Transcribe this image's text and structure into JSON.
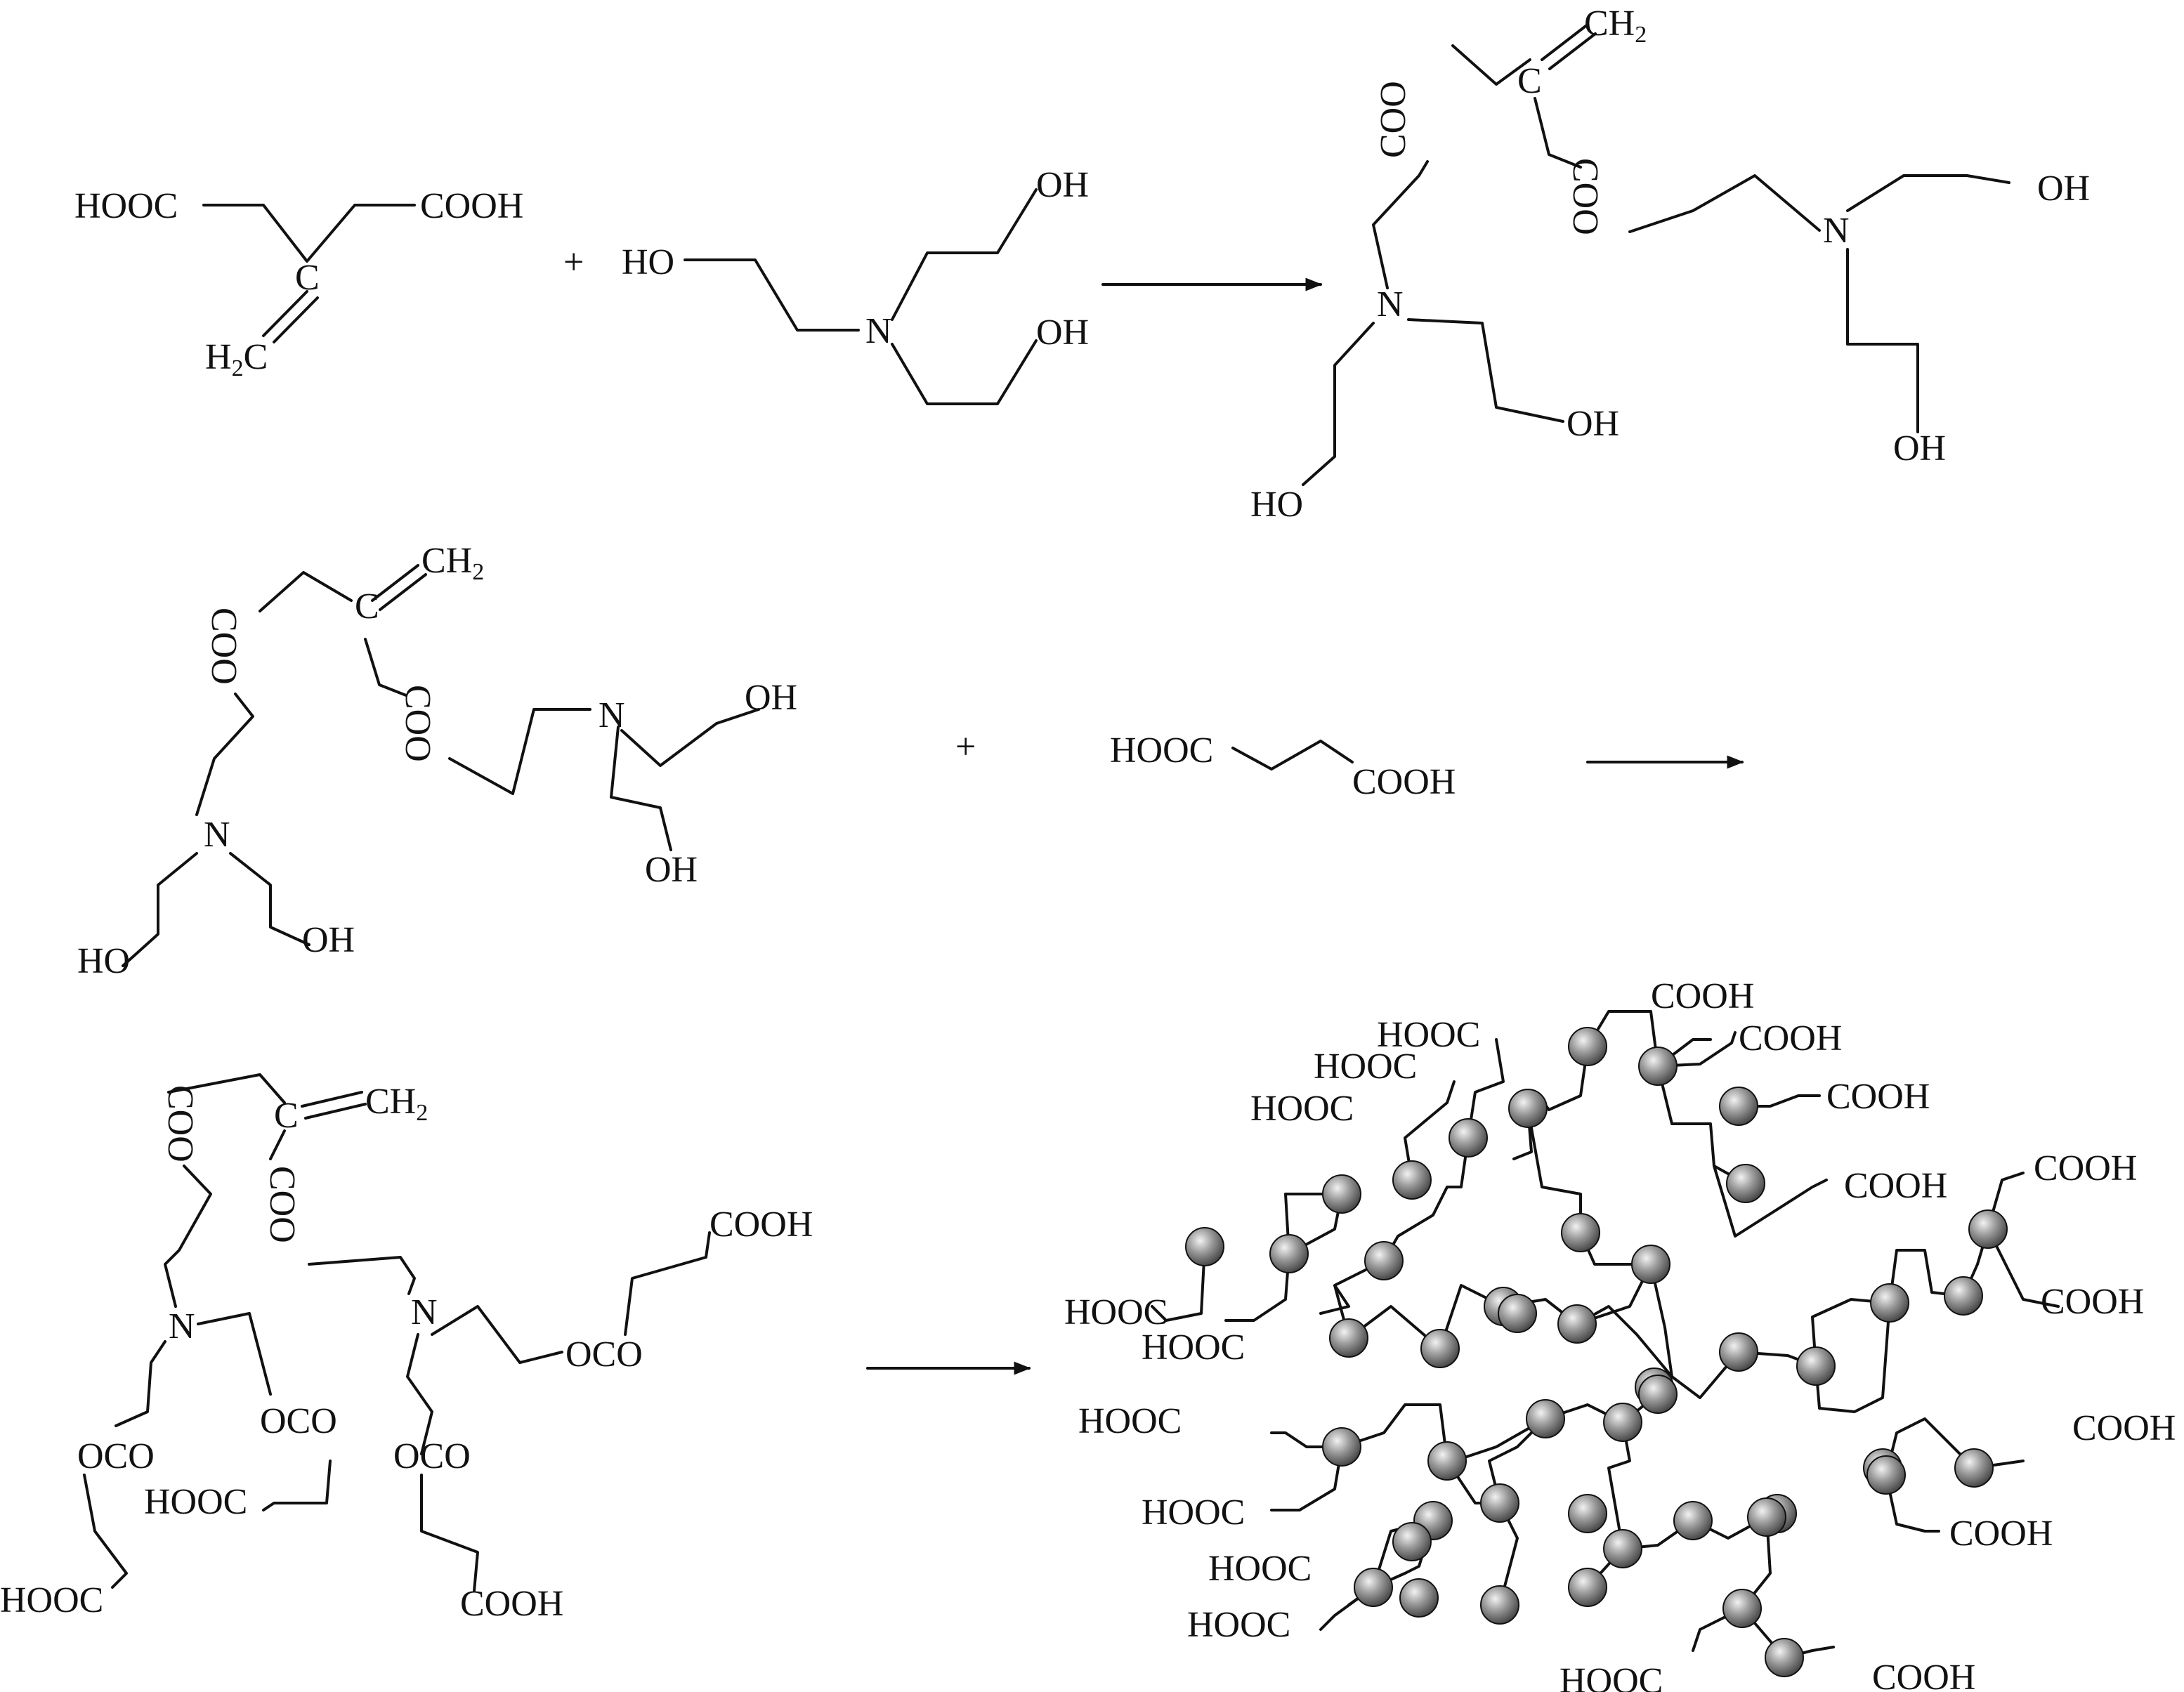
{
  "colors": {
    "ink": "#111111",
    "sphere_light": "#f2f2f2",
    "sphere_mid": "#9a9a9a",
    "sphere_dark": "#3c3c3c"
  },
  "groups": {
    "HOOC": "HOOC",
    "COOH": "COOH",
    "OH": "OH",
    "HO": "HO",
    "N": "N",
    "C": "C",
    "H2C": "H",
    "CH2": "CH",
    "sub2": "2",
    "COO": "COO",
    "OCO": "OCO",
    "plus": "+"
  },
  "reaction_1": {
    "reactant_a": "itaconic-acid",
    "reactant_b": "triethanolamine",
    "product": "itaconate-diester"
  },
  "reaction_2": {
    "reactant_a": "itaconate-diester",
    "reactant_b": "succinic-acid",
    "product": "carboxyl-terminated-ester"
  },
  "reaction_3": {
    "reactant": "carboxyl-terminated-ester",
    "product": "hyperbranched-polymer",
    "terminal_group": "COOH"
  }
}
